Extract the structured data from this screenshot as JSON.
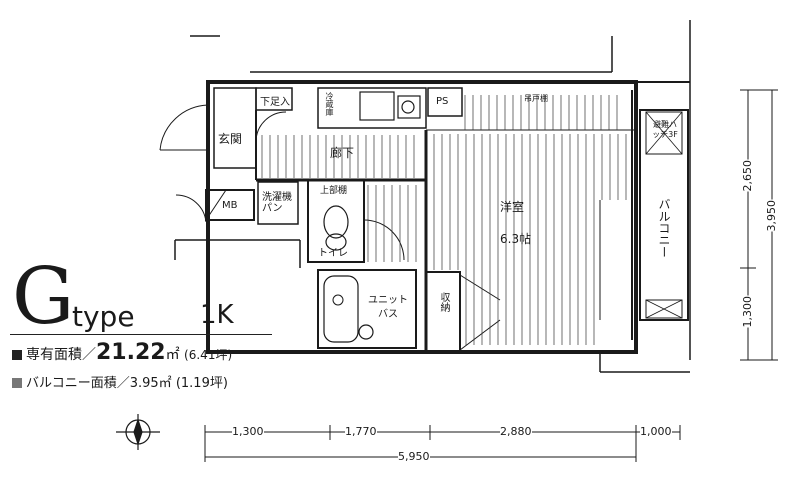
{
  "unit_type": {
    "letter": "G",
    "word": "type",
    "layout": "1K"
  },
  "areas": {
    "exclusive": {
      "label": "専有面積／",
      "value": "21.22",
      "unit": "㎡",
      "tsubo": "(6.41坪)"
    },
    "balcony": {
      "label": "バルコニー面積／3.95㎡ (1.19坪)"
    }
  },
  "rooms": {
    "genkan": "玄関",
    "getabako": "下足入",
    "washer": "洗濯機パン",
    "mb": "MB",
    "refrigerator": "冷蔵庫",
    "ps": "PS",
    "hallway": "廊下",
    "upper_cabinet": "上部棚",
    "toilet": "トイレ",
    "western_room": "洋室",
    "western_size": "6.3帖",
    "closet": "収納",
    "unit_bath": "ユニットバス",
    "balcony": "バルコニー",
    "evacuation": "避難ハッチ3F",
    "top_cabinet": "吊戸棚"
  },
  "dimensions": {
    "bottom": [
      "1,300",
      "1,770",
      "2,880",
      "1,000"
    ],
    "bottom_total": "5,950",
    "right": [
      "2,650",
      "1,300"
    ],
    "right_total": "3,950"
  },
  "icons": {
    "compass": "compass-icon"
  }
}
